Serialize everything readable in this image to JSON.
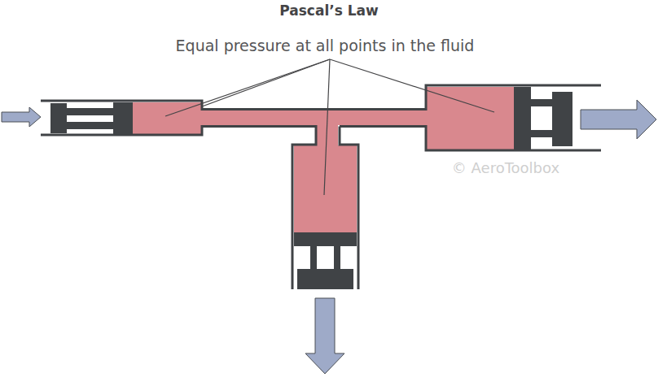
{
  "diagram": {
    "title": "Pascal’s Law",
    "labels": [
      "Equal pressure at all points in the fluid",
      "© AeroToolbox"
    ]
  }
}
